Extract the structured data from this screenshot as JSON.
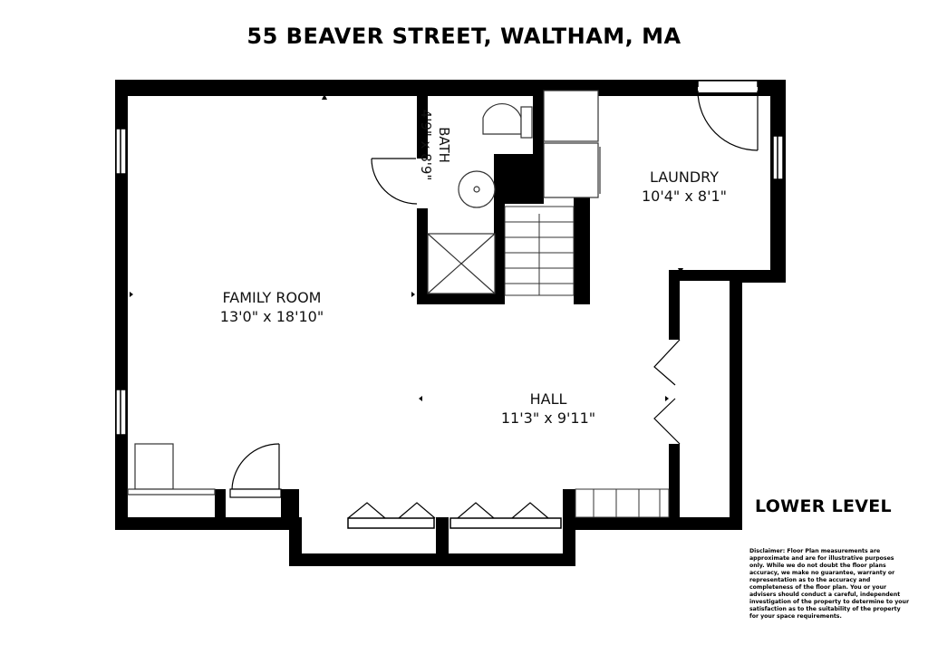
{
  "title": "55 BEAVER STREET, WALTHAM, MA",
  "rooms": {
    "family_room": {
      "name": "FAMILY ROOM",
      "dims": "13'0\" x 18'10\""
    },
    "bath": {
      "name": "BATH",
      "dims": "4'9\" x 8'9\""
    },
    "laundry": {
      "name": "LAUNDRY",
      "dims": "10'4\" x 8'1\""
    },
    "hall": {
      "name": "HALL",
      "dims": "11'3\" x 9'11\""
    }
  },
  "level_label": "LOWER LEVEL",
  "disclaimer": "Disclaimer: Floor Plan measurements are approximate and are for illustrative purposes only. While we do not doubt the floor plans accuracy, we make no guarantee, warranty or representation as to the accuracy and completeness of the floor plan. You or your advisers should conduct a careful, independent investigation of the property to determine to your satisfaction as to the suitability of the property for your space requirements.",
  "colors": {
    "wall": "#000000",
    "background": "#ffffff",
    "fixture_stroke": "#333333"
  }
}
